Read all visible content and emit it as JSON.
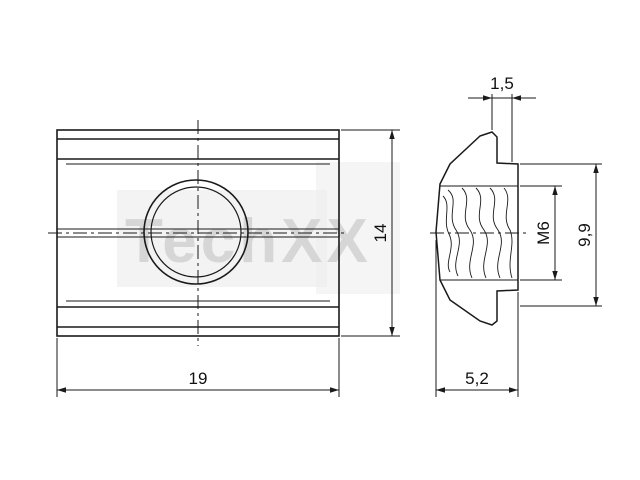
{
  "colors": {
    "line": "#1a1a1a",
    "watermark": "#d8d8d8",
    "background": "#ffffff"
  },
  "watermark": {
    "text": "TechXX"
  },
  "dimensions": {
    "front_width": "19",
    "front_height": "14",
    "side_flange": "1,5",
    "side_width": "5,2",
    "thread": "M6",
    "side_height": "9,9"
  }
}
